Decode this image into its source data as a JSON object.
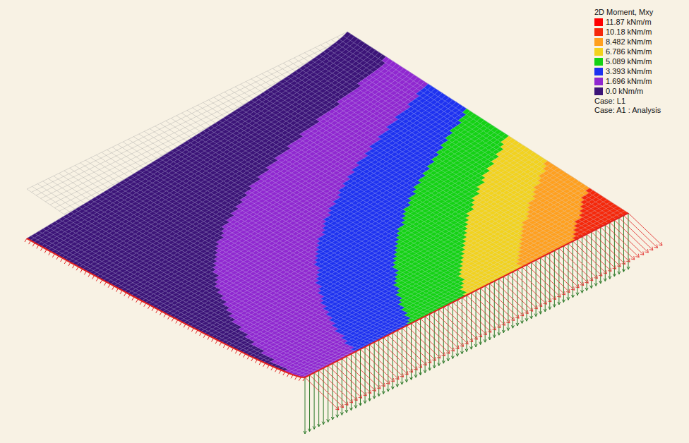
{
  "diagram": {
    "labels": [
      "2D Moment, Mxy",
      "Case: L1",
      "Case: A1 : Analysis"
    ],
    "legend": [
      {
        "text": "11.87 kNm/m",
        "color": "#ff0000"
      },
      {
        "text": "10.18 kNm/m",
        "color": "#f5280a"
      },
      {
        "text": "8.482 kNm/m",
        "color": "#ffa01e"
      },
      {
        "text": "6.786 kNm/m",
        "color": "#f2d21e"
      },
      {
        "text": "5.089 kNm/m",
        "color": "#14d214"
      },
      {
        "text": "3.393 kNm/m",
        "color": "#1e32f0"
      },
      {
        "text": "1.696 kNm/m",
        "color": "#9028d0"
      },
      {
        "text": "0.0 kNm/m",
        "color": "#3c1478"
      }
    ]
  }
}
